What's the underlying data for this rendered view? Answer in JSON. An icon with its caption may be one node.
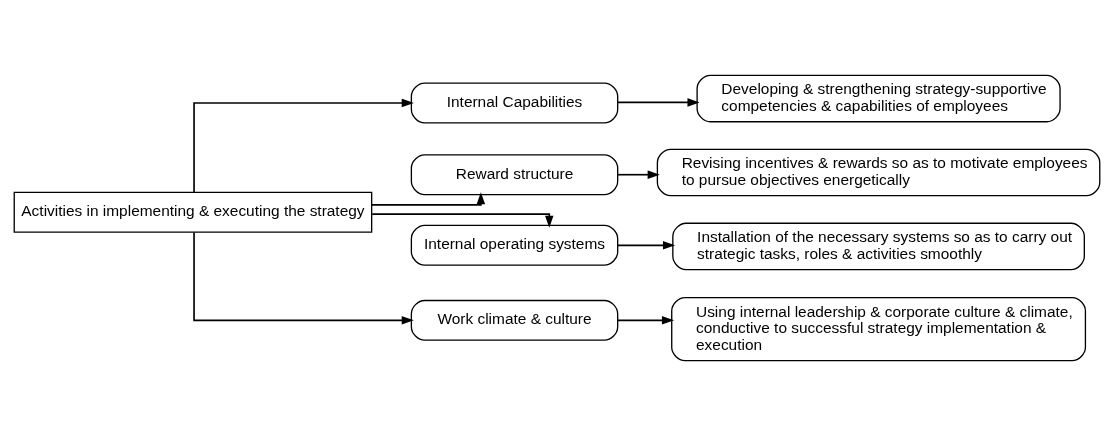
{
  "diagram": {
    "nodes": [
      {
        "text": [
          "Activities in implementing & executing the strategy"
        ]
      },
      {
        "text": [
          "Internal Capabilities"
        ]
      },
      {
        "text": [
          "Reward structure"
        ]
      },
      {
        "text": [
          "Internal operating systems"
        ]
      },
      {
        "text": [
          "Work climate & culture"
        ]
      },
      {
        "text": [
          "Developing & strengthening strategy-supportive competencies & capabilities of employees"
        ]
      },
      {
        "text": [
          "Revising incentives & rewards so as to motivate employees to pursue objectives energetically"
        ]
      },
      {
        "text": [
          "Installation of the necessary systems so as to carry out strategic tasks, roles & activities smoothly"
        ]
      },
      {
        "text": [
          "Using internal leadership & corporate culture & climate, conductive to successful strategy implementation & execution"
        ]
      }
    ],
    "edges": [
      {
        "from": 0,
        "to": 1,
        "arrow": "to"
      },
      {
        "from": 0,
        "to": 2,
        "arrow": "to"
      },
      {
        "from": 0,
        "to": 3,
        "arrow": "to"
      },
      {
        "from": 0,
        "to": 4,
        "arrow": "to"
      },
      {
        "from": 1,
        "to": 5,
        "arrow": "to"
      },
      {
        "from": 2,
        "to": 6,
        "arrow": "to"
      },
      {
        "from": 3,
        "to": 7,
        "arrow": "to"
      },
      {
        "from": 4,
        "to": 8,
        "arrow": "to"
      }
    ]
  }
}
